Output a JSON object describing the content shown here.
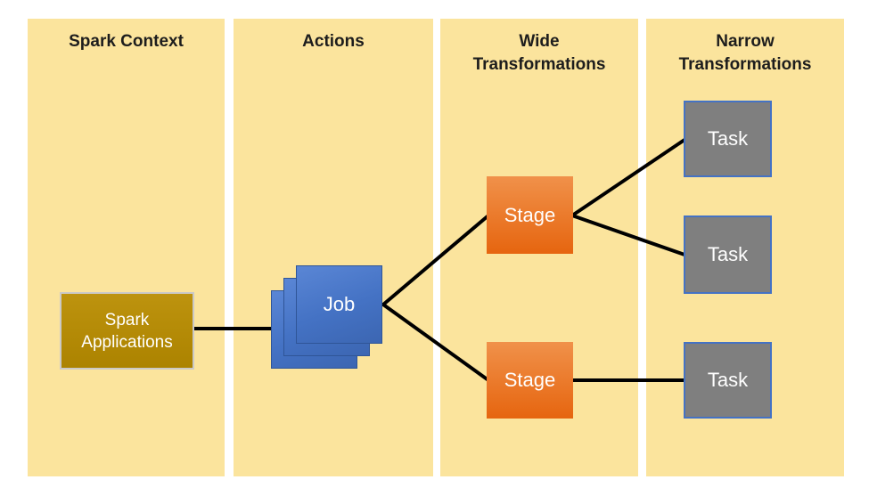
{
  "columns": [
    {
      "label": "Spark Context"
    },
    {
      "label": "Actions"
    },
    {
      "label": "Wide Transformations"
    },
    {
      "label": "Narrow Transformations"
    }
  ],
  "nodes": {
    "spark_applications": {
      "label": "Spark Applications"
    },
    "job": {
      "label": "Job"
    },
    "stage_top": {
      "label": "Stage"
    },
    "stage_bottom": {
      "label": "Stage"
    },
    "task_top": {
      "label": "Task"
    },
    "task_middle": {
      "label": "Task"
    },
    "task_bottom": {
      "label": "Task"
    }
  },
  "edges": [
    {
      "from": "spark_applications",
      "to": "job"
    },
    {
      "from": "job",
      "to": "stage_top"
    },
    {
      "from": "job",
      "to": "stage_bottom"
    },
    {
      "from": "stage_top",
      "to": "task_top"
    },
    {
      "from": "stage_top",
      "to": "task_middle"
    },
    {
      "from": "stage_bottom",
      "to": "task_bottom"
    }
  ],
  "colors": {
    "column_background": "#FBE49D",
    "spark_applications_fill": "#B38A00",
    "spark_applications_border": "#CBC9C7",
    "job_fill": "#4472C4",
    "job_border": "#2F5597",
    "stage_fill": "#ED7D31",
    "task_fill": "#7F7F7F",
    "task_border": "#4472C4",
    "connector": "#000000",
    "header_text": "#1D1D1D",
    "node_text": "#FFFFFF"
  }
}
